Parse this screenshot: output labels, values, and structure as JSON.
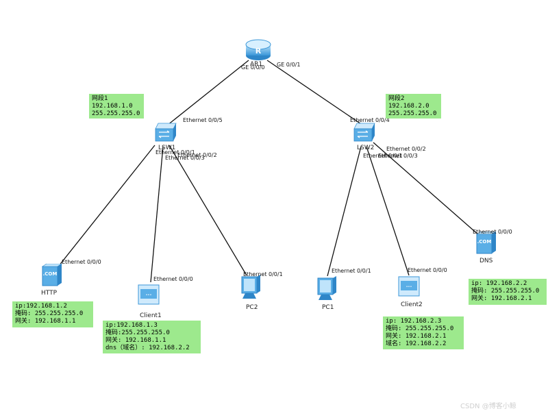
{
  "devices": {
    "router": {
      "label": "AR1"
    },
    "lsw1": {
      "label": "LSW1"
    },
    "lsw2": {
      "label": "LSW2"
    },
    "http": {
      "label": "HTTP"
    },
    "client1": {
      "label": "Client1"
    },
    "pc2": {
      "label": "PC2"
    },
    "pc1": {
      "label": "PC1"
    },
    "client2": {
      "label": "Client2"
    },
    "dns": {
      "label": "DNS"
    }
  },
  "ports": {
    "ar_ge0": "GE 0/0/0",
    "ar_ge1": "GE 0/0/1",
    "lsw1_e5": "Ethernet 0/0/5",
    "lsw1_e1": "Ethernet 0/0/1",
    "lsw1_e2": "Ethernet 0/0/2",
    "lsw1_e3": "Ethernet 0/0/3",
    "lsw2_e4": "Ethernet 0/0/4",
    "lsw2_e2": "Ethernet 0/0/2",
    "lsw2_e1": "Ethernet 0/0/1",
    "lsw2_e3": "Ethernet 0/0/3",
    "http_e0": "Ethernet 0/0/0",
    "client1_e0": "Ethernet 0/0/0",
    "pc2_e1": "Ethernet 0/0/1",
    "pc1_e1": "Ethernet 0/0/1",
    "client2_e0": "Ethernet 0/0/0",
    "dns_e0": "Ethernet 0/0/0"
  },
  "notes": {
    "seg1": [
      "网段1",
      "192.168.1.0",
      "255.255.255.0"
    ],
    "seg2": [
      "网段2",
      "192.168.2.0",
      "255.255.255.0"
    ],
    "http": [
      "ip:192.168.1.2",
      "掩码: 255.255.255.0",
      "网关: 192.168.1.1"
    ],
    "client1": [
      "ip:192.168.1.3",
      "掩码:255.255.255.0",
      "网关: 192.168.1.1",
      "dns（域名）: 192.168.2.2"
    ],
    "client2": [
      "ip: 192.168.2.3",
      "掩码: 255.255.255.0",
      "网关: 192.168.2.1",
      "域名: 192.168.2.2"
    ],
    "dns": [
      "ip: 192.168.2.2",
      "掩码: 255.255.255.0",
      "网关: 192.168.2.1"
    ]
  },
  "colors": {
    "note_bg": "#9de98d",
    "device_blue": "#5aaee6",
    "link": "#111111"
  },
  "watermark": "CSDN @博客小鲸"
}
